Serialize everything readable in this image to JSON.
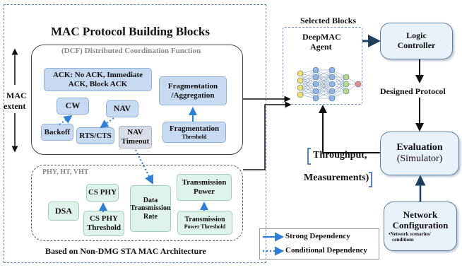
{
  "mac": {
    "title": "MAC Protocol Building Blocks",
    "extent_line1": "MAC",
    "extent_line2": "extent",
    "dcf_label": "(DCF) Distributed Coordination Function",
    "ack_line1": "ACK: No ACK, Immediate",
    "ack_line2": "ACK, Block ACK",
    "frag_agg_line1": "Fragmentation",
    "frag_agg_line2": "/Aggregation",
    "cw": "CW",
    "nav": "NAV",
    "backoff": "Backoff",
    "rts_cts": "RTS/CTS",
    "nav_timeout_line1": "NAV",
    "nav_timeout_line2": "Timeout",
    "frag_thresh_line1": "Fragmentation",
    "frag_thresh_line2": "Threshold",
    "phy_label": "PHY, HT, VHT",
    "cs_phy": "CS PHY",
    "dsa": "DSA",
    "cs_phy_thresh_line1": "CS PHY",
    "cs_phy_thresh_line2": "Threshold",
    "data_rate_line1": "Data",
    "data_rate_line2": "Transmission",
    "data_rate_line3": "Rate",
    "tx_power_line1": "Transmission",
    "tx_power_line2": "Power",
    "tx_power_thresh_line1": "Transmission",
    "tx_power_thresh_line2": "Power Threshold",
    "footer": "Based on Non-DMG STA MAC Architecture"
  },
  "flow": {
    "selected_blocks": "Selected Blocks",
    "agent_line1": "DeepMAC",
    "agent_line2": "Agent",
    "logic_line1": "Logic",
    "logic_line2": "Controller",
    "designed_protocol": "Designed Protocol",
    "evaluation": "Evaluation",
    "simulator": "(Simulator)",
    "throughput": "Throughput,",
    "measurements": "Measurements)",
    "network_line1": "Network",
    "network_line2": "Configuration",
    "bullet_line1": "•Network scenarios/",
    "bullet_line2": "conditions"
  },
  "legend": {
    "strong": "Strong Dependency",
    "conditional": "Conditional Dependency"
  },
  "colors": {
    "dependency_arrow": "#2f7fd6",
    "flow_arrow": "#1f3f5f",
    "accent_bracket": "#3d76c9"
  }
}
